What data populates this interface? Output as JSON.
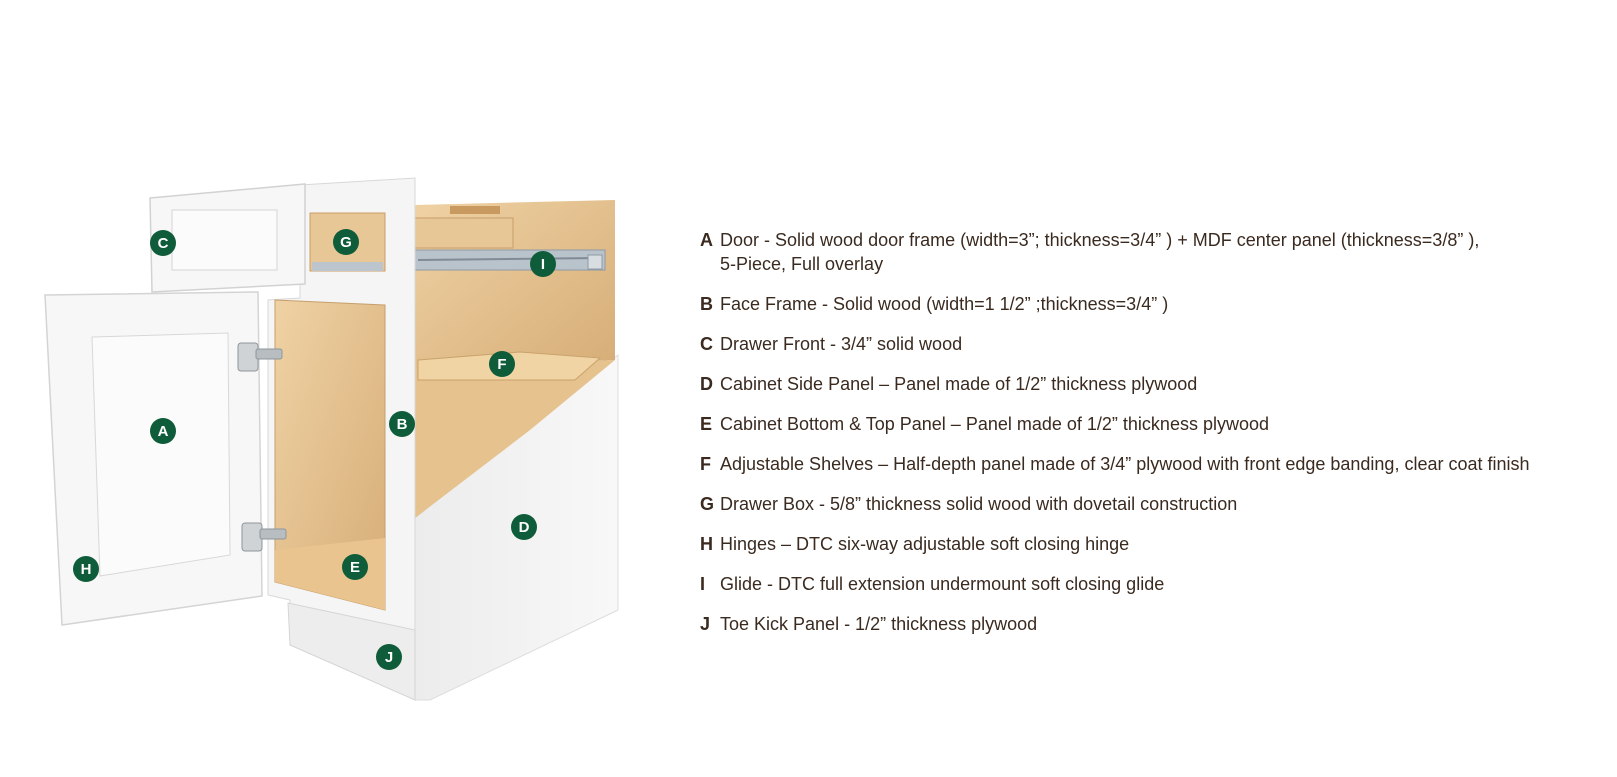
{
  "colors": {
    "marker": "#0f5c3a",
    "marker_text": "#ffffff",
    "legend_text": "#3a2a1f",
    "cabinet_white": "#f4f4f4",
    "wood_light": "#e9c99a",
    "wood_dark": "#cfa773"
  },
  "markers": [
    {
      "letter": "A"
    },
    {
      "letter": "B"
    },
    {
      "letter": "C"
    },
    {
      "letter": "D"
    },
    {
      "letter": "E"
    },
    {
      "letter": "F"
    },
    {
      "letter": "G"
    },
    {
      "letter": "H"
    },
    {
      "letter": "I"
    },
    {
      "letter": "J"
    }
  ],
  "legend": [
    {
      "key": "A",
      "text": "Door - Solid wood door frame (width=3”; thickness=3/4” ) + MDF center panel (thickness=3/8” ),",
      "text2": "5-Piece, Full overlay"
    },
    {
      "key": "B",
      "text": "Face Frame - Solid wood (width=1 1/2”  ;thickness=3/4” )",
      "text2": ""
    },
    {
      "key": "C",
      "text": "Drawer Front - 3/4”  solid wood",
      "text2": ""
    },
    {
      "key": "D",
      "text": "Cabinet Side Panel – Panel made of 1/2”  thickness plywood",
      "text2": ""
    },
    {
      "key": "E",
      "text": "Cabinet Bottom & Top Panel – Panel made of 1/2”  thickness plywood",
      "text2": ""
    },
    {
      "key": "F",
      "text": "Adjustable Shelves – Half-depth panel made of 3/4”  plywood with front edge banding, clear coat finish",
      "text2": ""
    },
    {
      "key": "G",
      "text": "Drawer Box - 5/8” thickness solid wood with dovetail construction",
      "text2": ""
    },
    {
      "key": "H",
      "text": "Hinges – DTC six-way adjustable soft closing hinge",
      "text2": ""
    },
    {
      "key": "I",
      "text": "Glide - DTC full extension undermount soft closing glide",
      "text2": ""
    },
    {
      "key": "J",
      "text": "Toe Kick Panel - 1/2”  thickness plywood",
      "text2": ""
    }
  ]
}
